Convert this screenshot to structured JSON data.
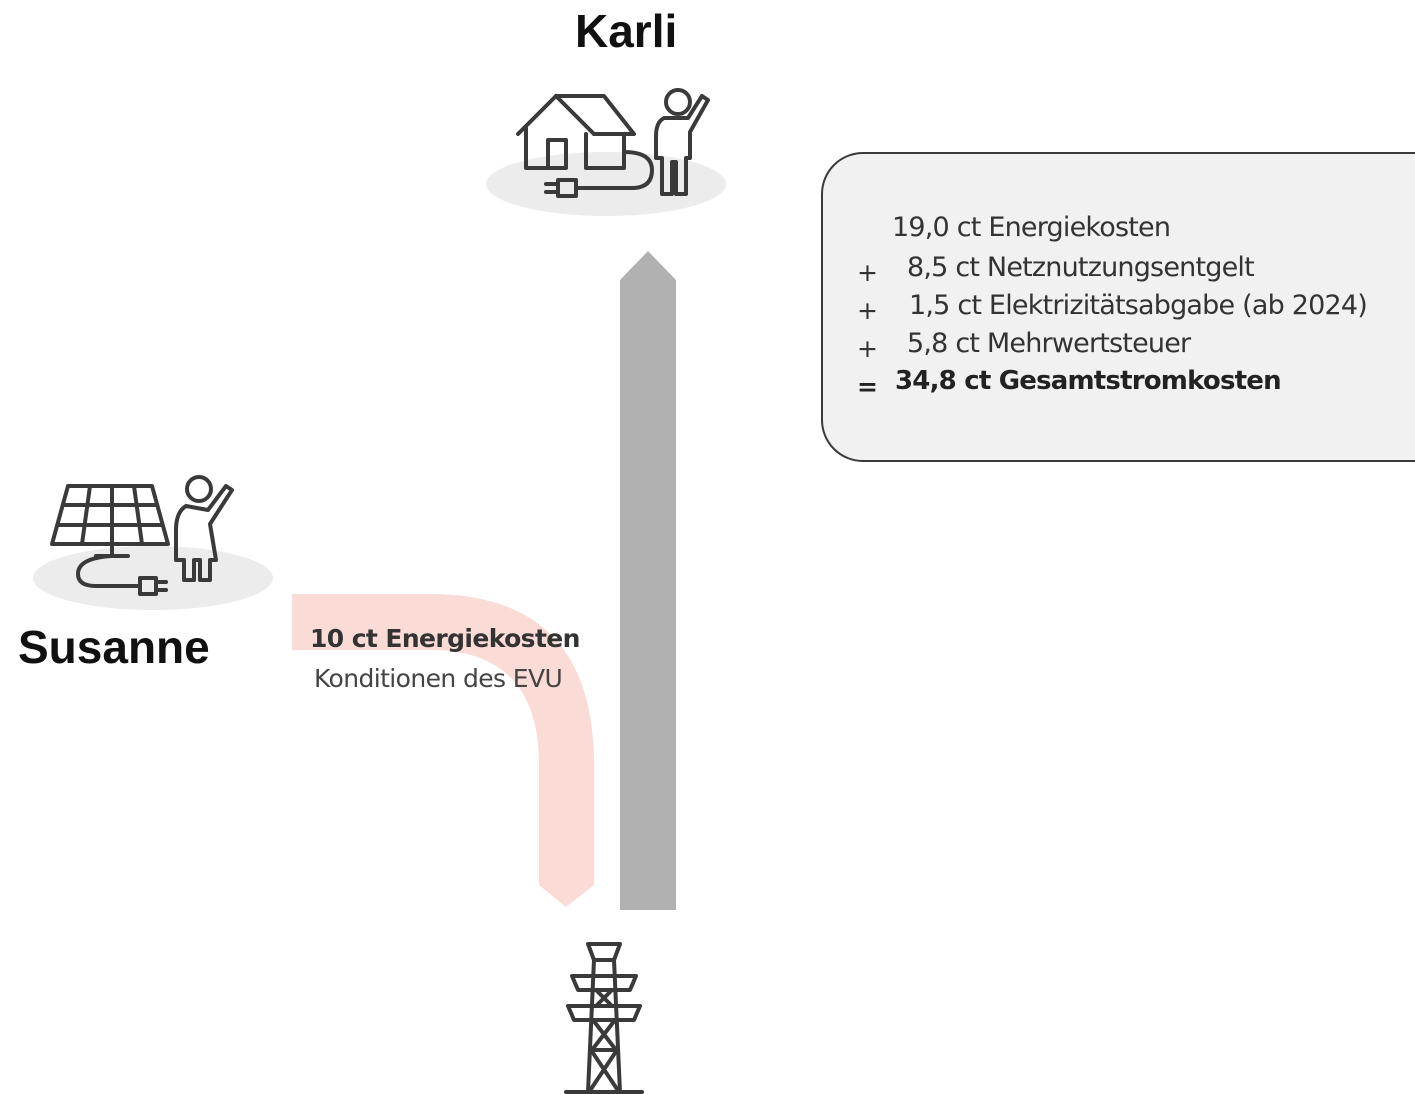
{
  "persons": {
    "karli": {
      "name": "Karli"
    },
    "susanne": {
      "name": "Susanne"
    }
  },
  "cost_breakdown": {
    "rows": [
      {
        "op": "",
        "text": "19,0 ct Energiekosten"
      },
      {
        "op": "+",
        "text": "8,5 ct Netznutzungsentgelt"
      },
      {
        "op": "+",
        "text": "1,5 ct Elektrizitätsabgabe (ab 2024)"
      },
      {
        "op": "+",
        "text": "5,8 ct Mehrwertsteuer"
      }
    ],
    "total": {
      "op": "=",
      "text": "34,8 ct Gesamtstromkosten"
    }
  },
  "susanne_flow": {
    "line1": "10 ct Energiekosten",
    "line2": "Konditionen des EVU"
  },
  "colors": {
    "grid_arrow": "#b1b1b1",
    "susanne_flow": "#fadbd6",
    "box_fill": "#f1f1f1",
    "icon_stroke": "#3a3a3a",
    "ground_ellipse": "#ececec"
  },
  "icons": [
    "house-plug-icon",
    "person-waving-icon",
    "solar-panel-icon",
    "power-pylon-icon"
  ]
}
